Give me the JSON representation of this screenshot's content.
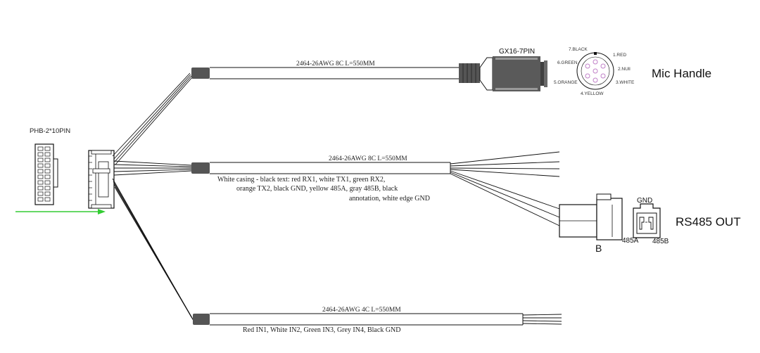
{
  "connector_left": {
    "label": "PHB-2*10PIN"
  },
  "cables": {
    "mic": {
      "spec": "2464-26AWG 8C L=550MM"
    },
    "rs485": {
      "spec": "2464-26AWG 8C L=550MM",
      "note_lines": [
        "White casing - black text: red RX1, white TX1, green RX2,",
        "orange TX2, black GND, yellow 485A, gray 485B, black",
        "annotation, white edge GND"
      ]
    },
    "input": {
      "spec": "2464-26AWG 4C L=550MM",
      "note": "Red IN1, White IN2, Green IN3, Grey IN4, Black GND"
    }
  },
  "gx16": {
    "label": "GX16-7PIN",
    "pins": {
      "p7": "7.BLACK",
      "p1": "1.RED",
      "p6": "6.GREEN",
      "p2": "2.NUll",
      "p5": "5.ORANGE",
      "p3": "3.WHITE",
      "p4": "4.YELLOW"
    }
  },
  "mic_handle": {
    "label": "Mic Handle"
  },
  "rs485_connector": {
    "housing_label": "B",
    "gnd_label": "GND",
    "pin_a_label": "485A",
    "pin_b_label": "485B",
    "output_label": "RS485 OUT"
  },
  "colors": {
    "wire": "#111111",
    "arrow": "#33cc33",
    "heatshrink": "#555555",
    "pin_circle": "#c080c8"
  }
}
